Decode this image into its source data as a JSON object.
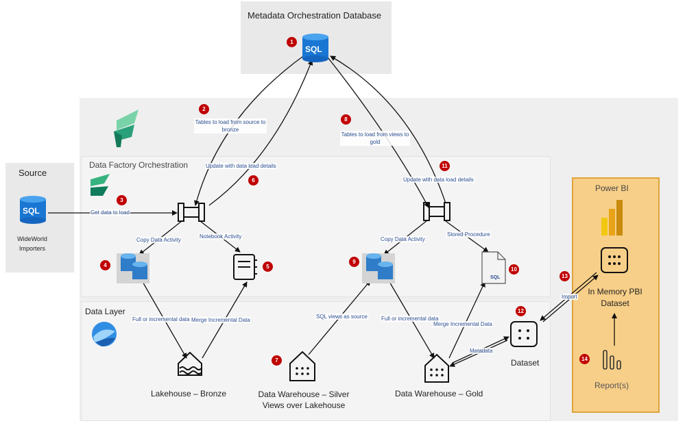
{
  "metadata_db": {
    "title": "Metadata Orchestration Database",
    "sql_label": "SQL"
  },
  "source": {
    "title": "Source",
    "sql_label": "SQL",
    "name": "WideWorld Importers"
  },
  "data_factory": {
    "title": "Data Factory Orchestration"
  },
  "data_layer": {
    "title": "Data Layer"
  },
  "power_bi": {
    "title": "Power BI",
    "dataset_label": "In Memory PBI Dataset",
    "reports_label": "Report(s)"
  },
  "nodes": {
    "lakehouse_bronze": "Lakehouse – Bronze",
    "dw_silver": "Data Warehouse – Silver Views over Lakehouse",
    "dw_gold": "Data Warehouse – Gold",
    "dataset": "Dataset",
    "sql_file": "SQL"
  },
  "edges": {
    "tables_to_bronze": "Tables to load from source to bronze",
    "update_details_left": "Update with data load details",
    "get_data": "Get data to load",
    "copy_activity_left": "Copy Data Activity",
    "notebook_activity": "Notebook Activity",
    "tables_to_gold": "Tables to load from views to gold",
    "update_details_right": "Update with data load details",
    "copy_activity_right": "Copy Data Activity",
    "stored_procedure": "Stored Procedure",
    "full_incremental_left": "Full or incremental data",
    "merge_incremental_left": "Merge Incremental Data",
    "sql_views_source": "SQL views as source",
    "full_incremental_right": "Full or incremental data",
    "merge_incremental_right": "Merge Incremental Data",
    "metadata": "Metadata",
    "import": "Import"
  },
  "badges": [
    "1",
    "2",
    "3",
    "4",
    "5",
    "6",
    "7",
    "8",
    "9",
    "10",
    "11",
    "12",
    "13",
    "14"
  ],
  "colors": {
    "badge": "#c00000",
    "panel_gray": "#efefef",
    "power_bi_bg": "#f8cf88",
    "power_bi_border": "#e0a33a",
    "sql_blue": "#1976d2"
  }
}
